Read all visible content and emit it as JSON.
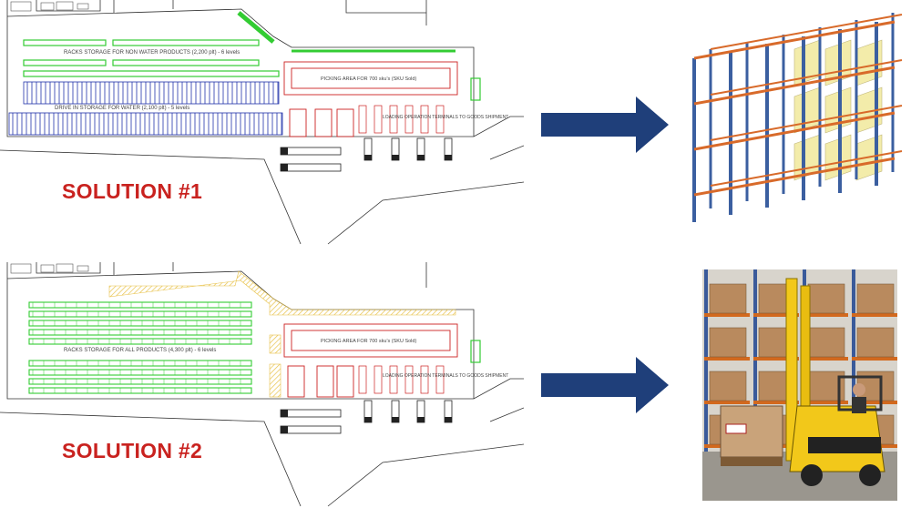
{
  "solutions": [
    {
      "label": "SOLUTION #1",
      "plan": {
        "rack_label_a": "RACKS STORAGE FOR NON WATER PRODUCTS (2,200 plt) - 6 levels",
        "rack_label_b": "DRIVE IN STORAGE FOR WATER (2,100 plt) - 5 levels",
        "picking_label": "PICKING AREA FOR 700 sku's (SKU Sold)",
        "dock_label": "LOADING OPERATION TERMINALS TO GOODS SHIPMENT"
      },
      "image_name": "pallet-racking-3d-illustration"
    },
    {
      "label": "SOLUTION #2",
      "plan": {
        "rack_label_a": "RACKS STORAGE FOR ALL PRODUCTS (4,300 plt) - 6 levels",
        "rack_label_b": "",
        "picking_label": "PICKING AREA FOR 700 sku's (SKU Sold)",
        "dock_label": "LOADING OPERATION TERMINALS TO GOODS SHIPMENT"
      },
      "image_name": "reach-truck-forklift-photo"
    }
  ],
  "colors": {
    "label_red": "#c9221f",
    "arrow_blue": "#1f3f7a",
    "rack_green": "#33cc33",
    "drive_in_blue": "#2233aa",
    "picking_red": "#cc2222",
    "hatch_yellow": "#e8c24a"
  }
}
